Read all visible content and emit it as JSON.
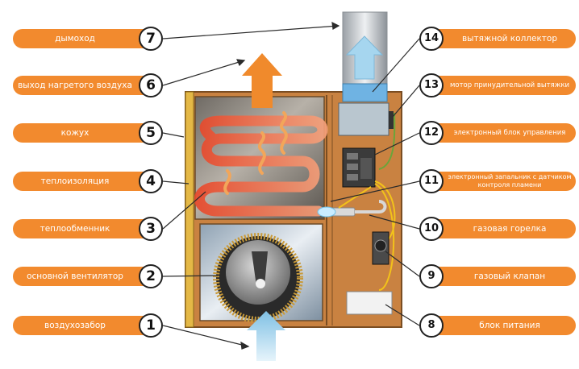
{
  "left_labels": [
    {
      "num": "7",
      "text": "дымоход"
    },
    {
      "num": "6",
      "text": "выход нагретого воздуха"
    },
    {
      "num": "5",
      "text": "кожух"
    },
    {
      "num": "4",
      "text": "теплоизоляция"
    },
    {
      "num": "3",
      "text": "теплообменник"
    },
    {
      "num": "2",
      "text": "основной вентилятор"
    },
    {
      "num": "1",
      "text": "воздухозабор"
    }
  ],
  "right_labels": [
    {
      "num": "14",
      "text": "вытяжной коллектор"
    },
    {
      "num": "13",
      "text": "мотор принудительной вытяжки"
    },
    {
      "num": "12",
      "text": "электронный блок управления"
    },
    {
      "num": "11",
      "text": "электронный запальник с датчиком контроля пламени"
    },
    {
      "num": "10",
      "text": "газовая горелка"
    },
    {
      "num": "9",
      "text": "газовый клапан"
    },
    {
      "num": "8",
      "text": "блок питания"
    }
  ],
  "colors": {
    "label_bg": "#f28a2e",
    "casing": "#c8813d",
    "insulation": "#e3b542",
    "heat_exchanger": "#e8502a",
    "airflow_arrow": "#f0892c",
    "intake_arrow": "#a9d8f0"
  }
}
